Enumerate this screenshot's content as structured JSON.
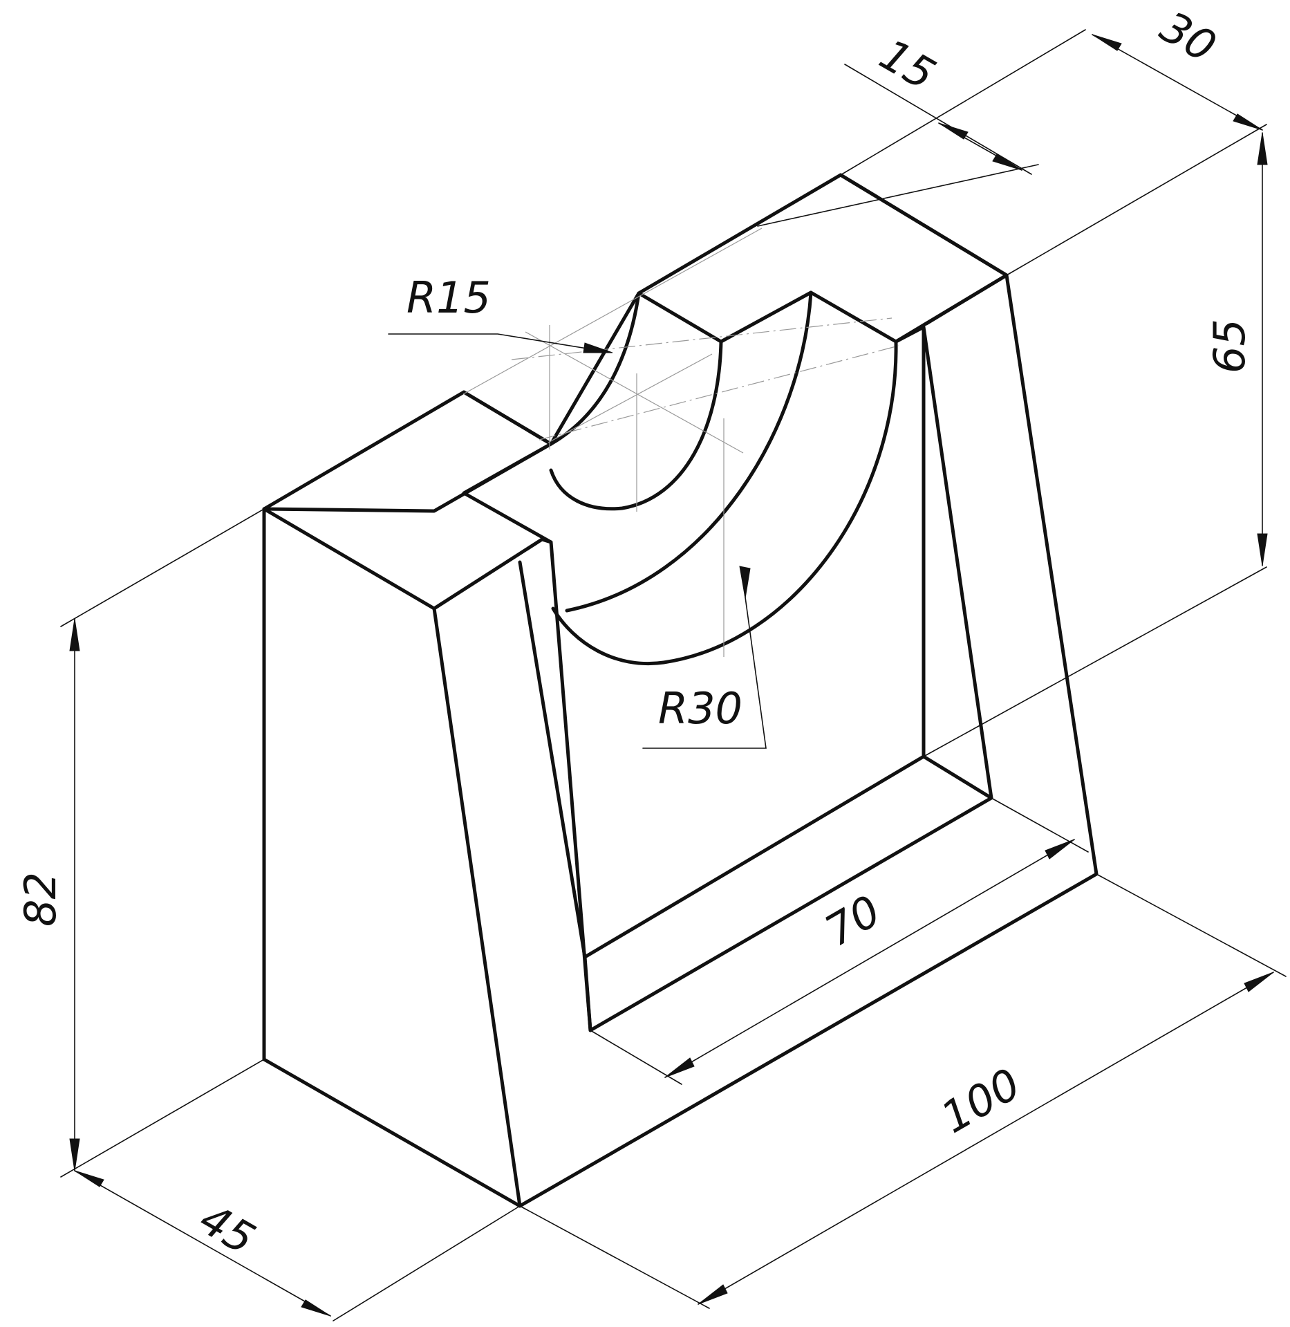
{
  "drawing": {
    "colors": {
      "line": "#111111",
      "construction": "#999999",
      "background": "#ffffff"
    },
    "dimensions": {
      "d15": "15",
      "d30": "30",
      "d65": "65",
      "r15": "R15",
      "r30": "R30",
      "d82": "82",
      "d70": "70",
      "d100": "100",
      "d45": "45"
    }
  }
}
